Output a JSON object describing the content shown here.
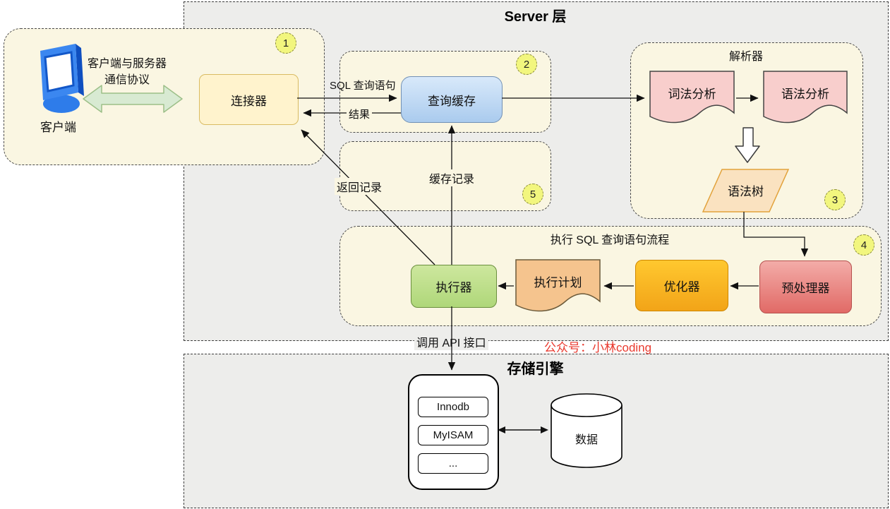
{
  "colors": {
    "watermark_red": "#E9392E",
    "server_bg": "#EDEDEB",
    "panel_cream": "#FAF6E2",
    "connector_yellow": "#FFF3CD",
    "query_cache_blue": "#AACBEE",
    "parser_pink": "#F8CECC",
    "tree_peach": "#FAE2C0",
    "executor_green": "#B4DA7F",
    "plan_orange": "#F5C48E",
    "optimizer_amber": "#F9B423",
    "preprocessor_red": "#E87873"
  },
  "server_layer": {
    "title": "Server 层"
  },
  "client": {
    "badge": "1",
    "device_label": "客户端",
    "protocol_line1": "客户端与服务器",
    "protocol_line2": "通信协议",
    "connector_label": "连接器"
  },
  "query_cache": {
    "badge": "2",
    "label": "查询缓存",
    "sql_arrow_label": "SQL 查询语句",
    "result_arrow_label": "结果"
  },
  "cache_record": {
    "badge": "5",
    "label": "缓存记录",
    "return_label": "返回记录"
  },
  "parser": {
    "badge": "3",
    "title": "解析器",
    "lexical_label": "词法分析",
    "syntax_label": "语法分析",
    "tree_label": "语法树"
  },
  "execution": {
    "badge": "4",
    "title": "执行 SQL 查询语句流程",
    "executor_label": "执行器",
    "plan_label": "执行计划",
    "optimizer_label": "优化器",
    "preprocessor_label": "预处理器"
  },
  "api_call_label": "调用 API 接口",
  "watermark": "公众号：小林coding",
  "storage_engine": {
    "title": "存储引擎",
    "engines": [
      "Innodb",
      "MyISAM",
      "..."
    ],
    "data_label": "数据"
  }
}
